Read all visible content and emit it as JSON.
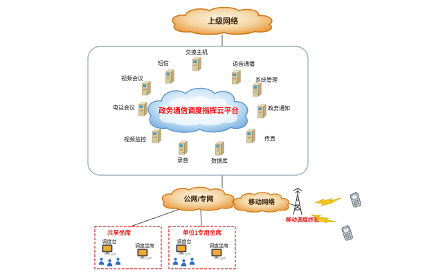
{
  "diagram": {
    "top_cloud_label": "上级网络",
    "platform_label": "政务通信调度指挥云平台",
    "nodes": {
      "switch_host": "交换主机",
      "sms": "短信",
      "voice_broadcast": "语音通播",
      "video_conference": "视频会议",
      "system_mgmt": "系统管理",
      "phone_conference": "电话会议",
      "gov_notice": "政务通知",
      "video_monitor": "视频监控",
      "fax": "传真",
      "recording": "录音",
      "database": "数据库"
    },
    "public_network_label": "公网/专网",
    "mobile_network_label": "移动网络",
    "mobile_terminal_label": "移动调度终端",
    "seat_group_1": {
      "title": "共享坐席",
      "console_1": "调度台",
      "console_2": "调度坐席"
    },
    "seat_group_2": {
      "title": "单位1专用坐席",
      "console_1": "调度台",
      "console_2": "调度坐席"
    },
    "colors": {
      "cloud_orange": "#E8923A",
      "cloud_blue": "#74AEDE",
      "platform_text_red": "#EE1111",
      "accent_red": "#E02020",
      "person_blue": "#2E6CC4",
      "screen_orange": "#F0A832"
    }
  }
}
